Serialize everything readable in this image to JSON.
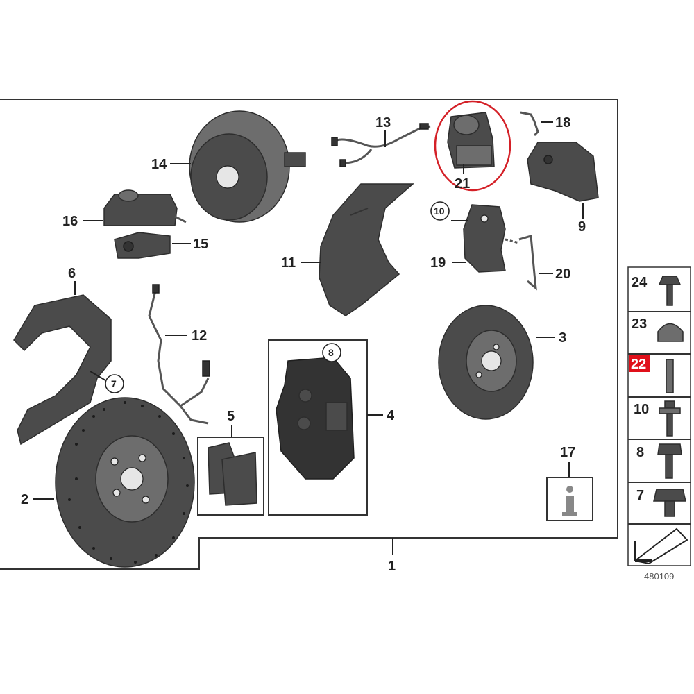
{
  "callouts": {
    "c1": "1",
    "c2": "2",
    "c3": "3",
    "c4": "4",
    "c5": "5",
    "c6": "6",
    "c7": "7",
    "c8": "8",
    "c9": "9",
    "c10": "10",
    "c11": "11",
    "c12": "12",
    "c13": "13",
    "c14": "14",
    "c15": "15",
    "c16": "16",
    "c17": "17",
    "c18": "18",
    "c19": "19",
    "c20": "20",
    "c21": "21"
  },
  "legend": [
    {
      "label": "24",
      "icon": "bolt-flange-icon"
    },
    {
      "label": "23",
      "icon": "cap-icon"
    },
    {
      "label": "22",
      "icon": "guide-pin-icon",
      "highlight_color": "#e0101a"
    },
    {
      "label": "10",
      "icon": "bolt-washer-icon"
    },
    {
      "label": "8",
      "icon": "bolt-hex-icon"
    },
    {
      "label": "7",
      "icon": "bolt-large-icon"
    }
  ],
  "info_icon": "info-icon",
  "arrow_icon": "arrow-icon",
  "figure_number": "480109",
  "highlight_color": "#d42027"
}
